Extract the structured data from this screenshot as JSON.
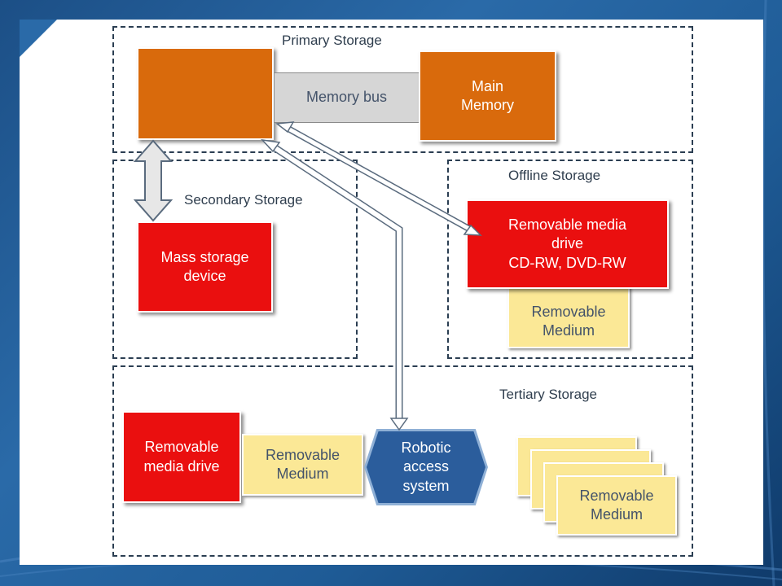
{
  "sections": {
    "primary": "Primary Storage",
    "secondary": "Secondary Storage",
    "offline": "Offline Storage",
    "tertiary": "Tertiary Storage"
  },
  "primary": {
    "memory_bus": "Memory bus",
    "main_memory": [
      "Main",
      "Memory"
    ]
  },
  "secondary": {
    "mass_storage": [
      "Mass storage",
      "device"
    ]
  },
  "offline": {
    "drive": [
      "Removable media",
      "drive",
      "CD-RW, DVD-RW"
    ],
    "medium": [
      "Removable",
      "Medium"
    ]
  },
  "tertiary": {
    "drive": [
      "Removable",
      "media drive"
    ],
    "medium": [
      "Removable",
      "Medium"
    ],
    "robotic": [
      "Robotic",
      "access",
      "system"
    ],
    "stack_medium": [
      "Removable",
      "Medium"
    ]
  },
  "colors": {
    "cpu": "#d96a0c",
    "device": "#ea0f0f",
    "medium": "#fbe896",
    "robotic": "#2b5d9c",
    "border_dash": "#2b3e52"
  }
}
